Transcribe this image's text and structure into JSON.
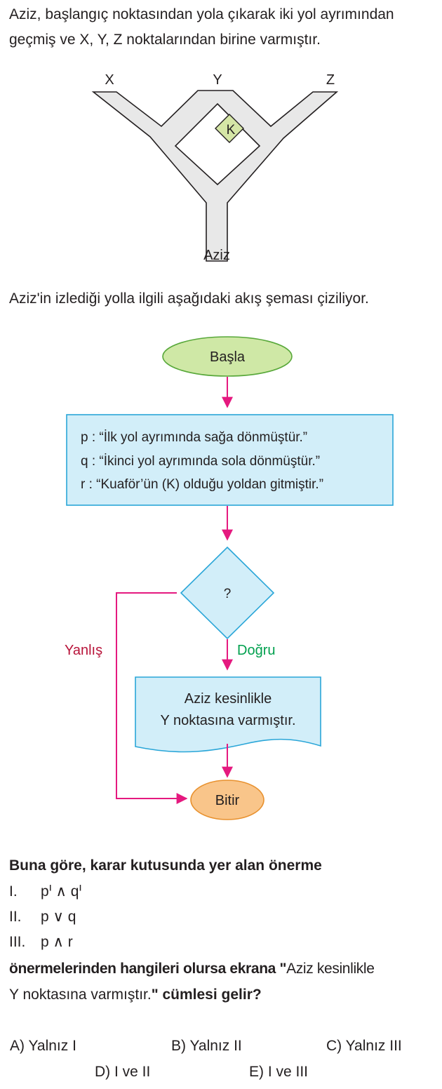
{
  "intro": {
    "line1": "Aziz, başlangıç noktasından yola çıkarak iki yol ayrımından",
    "line2": "geçmiş ve X, Y, Z noktalarından birine varmıştır."
  },
  "road_map": {
    "labels": {
      "x": "X",
      "y": "Y",
      "z": "Z",
      "k": "K",
      "start": "Aziz"
    },
    "colors": {
      "road": "#e8e8e8",
      "kuafor": "#d5e6a6"
    }
  },
  "flow_intro": "Aziz'in izlediği yolla ilgili aşağıdaki akış şeması çiziliyor.",
  "flowchart": {
    "start": "Başla",
    "statements": [
      "p : “İlk yol ayrımında sağa dönmüştür.”",
      "q : “İkinci yol ayrımında sola dönmüştür.”",
      "r : “Kuaför’ün (K) olduğu yoldan gitmiştir.”"
    ],
    "decision": "?",
    "false_label": "Yanlış",
    "true_label": "Doğru",
    "output_line1": "Aziz kesinlikle",
    "output_line2": "Y noktasına varmıştır.",
    "end": "Bitir",
    "colors": {
      "start_fill": "#cfe8a6",
      "start_stroke": "#58a83a",
      "box_fill": "#d2eef9",
      "box_stroke": "#2aa6d8",
      "end_fill": "#f9c58a",
      "end_stroke": "#e8912e",
      "arrow": "#e5197f",
      "false_text": "#b8143a",
      "true_text": "#00a04e"
    }
  },
  "question": {
    "stem": "Buna göre, karar kutusunda yer alan önerme",
    "items": [
      {
        "num": "I.",
        "expr": "pᑊ ∧ qᑊ"
      },
      {
        "num": "II.",
        "expr": "p ∨ q"
      },
      {
        "num": "III.",
        "expr": "p ∧ r"
      }
    ],
    "tail_bold1": "önermelerinden hangileri olursa ekrana \"",
    "tail_normal1": "Aziz kesinlikle",
    "tail_normal2": "Y noktasına varmıştır.",
    "tail_bold2": "\" cümlesi gelir?"
  },
  "options": {
    "a": "A) Yalnız I",
    "b": "B) Yalnız II",
    "c": "C) Yalnız III",
    "d": "D) I ve II",
    "e": "E) I ve III"
  }
}
